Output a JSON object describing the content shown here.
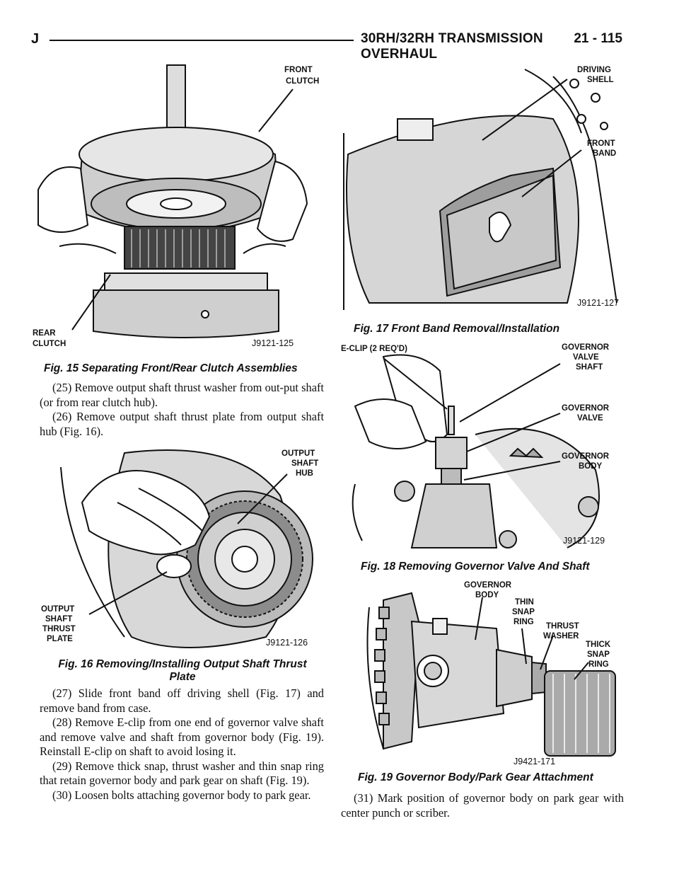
{
  "header": {
    "letter": "J",
    "title": "30RH/32RH TRANSMISSION OVERHAUL",
    "page": "21 - 115"
  },
  "fig15": {
    "labels": [
      "FRONT",
      "CLUTCH",
      "REAR",
      "CLUTCH"
    ],
    "code": "J9121-125",
    "caption": "Fig. 15 Separating Front/Rear Clutch Assemblies"
  },
  "fig16": {
    "labels": [
      "OUTPUT",
      "SHAFT",
      "HUB",
      "OUTPUT",
      "SHAFT",
      "THRUST",
      "PLATE"
    ],
    "code": "J9121-126",
    "caption_line1": "Fig. 16 Removing/Installing Output Shaft Thrust",
    "caption_line2": "Plate"
  },
  "fig17": {
    "labels": [
      "DRIVING",
      "SHELL",
      "FRONT",
      "BAND"
    ],
    "code": "J9121-127",
    "caption": "Fig. 17 Front Band Removal/Installation"
  },
  "fig18": {
    "labels": [
      "E-CLIP (2 REQ'D)",
      "GOVERNOR",
      "VALVE",
      "SHAFT",
      "GOVERNOR",
      "VALVE",
      "GOVERNOR",
      "BODY"
    ],
    "code": "J9121-129",
    "caption": "Fig. 18 Removing Governor Valve And Shaft"
  },
  "fig19": {
    "labels": [
      "GOVERNOR",
      "BODY",
      "THIN",
      "SNAP",
      "RING",
      "THRUST",
      "WASHER",
      "THICK",
      "SNAP",
      "RING"
    ],
    "code": "J9421-171",
    "caption": "Fig. 19 Governor Body/Park Gear Attachment"
  },
  "text": {
    "p25": "(25) Remove output shaft thrust washer from out-put shaft (or from rear clutch hub).",
    "p26": "(26) Remove output shaft thrust plate from output shaft hub (Fig. 16).",
    "p27": "(27) Slide front band off driving shell (Fig. 17) and remove band from case.",
    "p28": "(28) Remove E-clip from one end of governor valve shaft and remove valve and shaft from governor body (Fig. 19). Reinstall E-clip on shaft to avoid losing it.",
    "p29": "(29) Remove thick snap, thrust washer and thin snap ring that retain governor body and park gear on shaft (Fig. 19).",
    "p30": "(30) Loosen bolts attaching governor body to park gear.",
    "p31": "(31) Mark position of governor body on park gear with center punch or scriber."
  }
}
